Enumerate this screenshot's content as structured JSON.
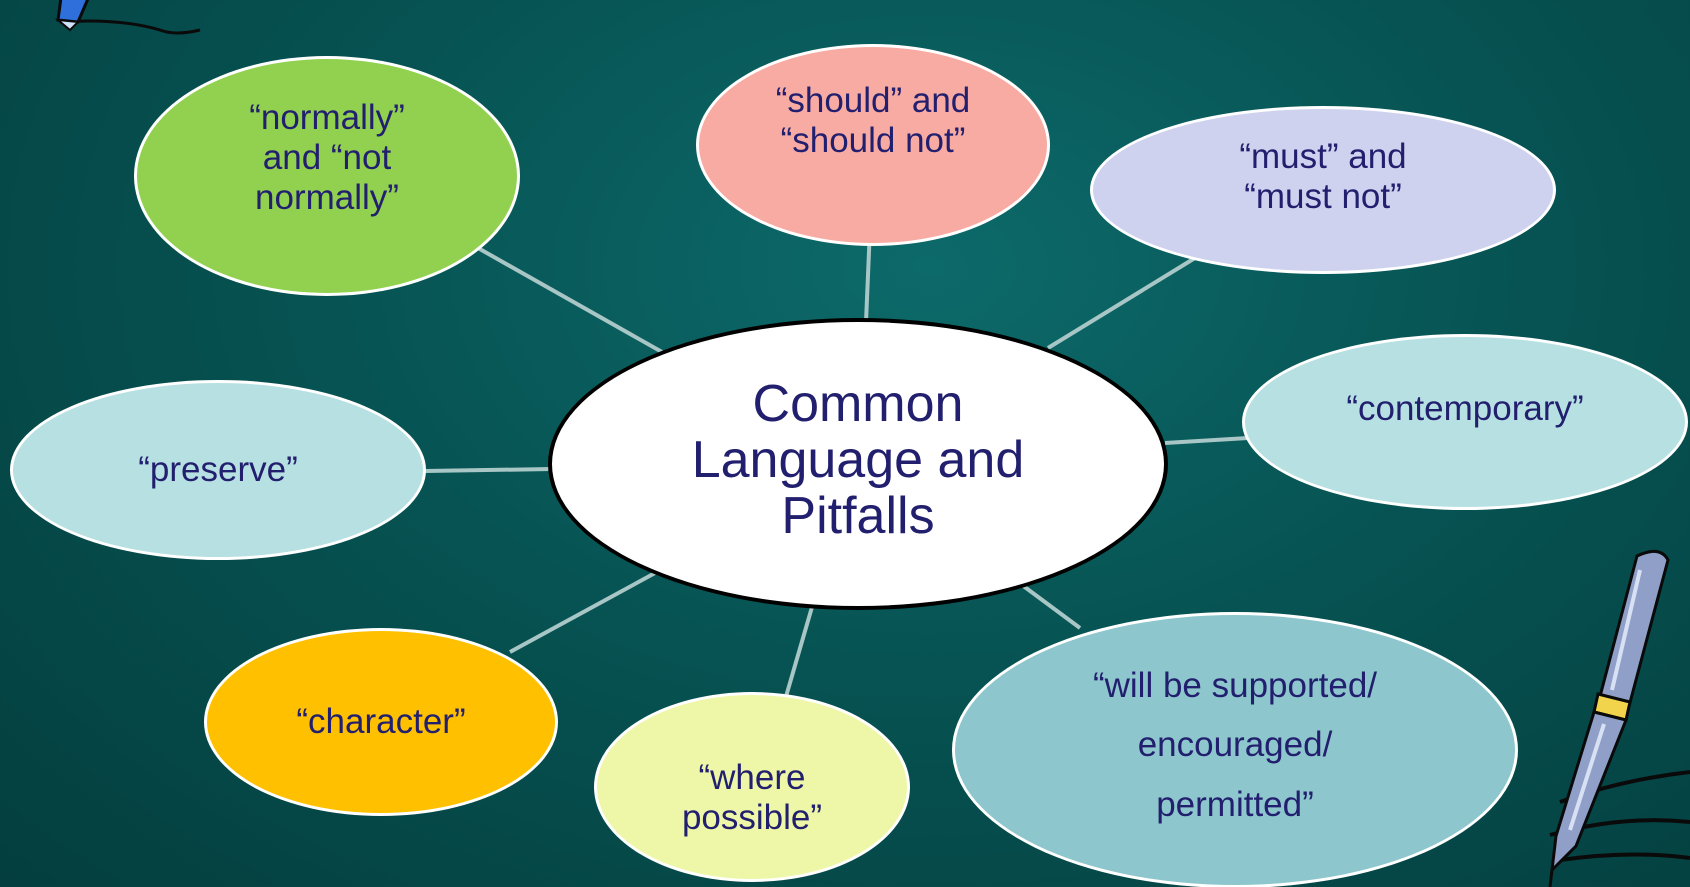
{
  "center": {
    "label": "Common\nLanguage and\nPitfalls",
    "color": "#ffffff"
  },
  "nodes": [
    {
      "id": "normally",
      "label": "“normally”\nand “not\nnormally”",
      "color": "#92d050"
    },
    {
      "id": "should",
      "label": "“should” and\n“should not”",
      "color": "#f8aba3"
    },
    {
      "id": "must",
      "label": "“must” and\n“must not”",
      "color": "#cfd2ef"
    },
    {
      "id": "contemporary",
      "label": "“contemporary”",
      "color": "#b7e0e2"
    },
    {
      "id": "preserve",
      "label": "“preserve”",
      "color": "#b7e0e2"
    },
    {
      "id": "character",
      "label": "“character”",
      "color": "#ffc000"
    },
    {
      "id": "where-possible",
      "label": "“where\npossible”",
      "color": "#eef7a8"
    },
    {
      "id": "will-be-supported",
      "label": "“will be supported/\nencouraged/\npermitted”",
      "color": "#8ec6cd"
    }
  ],
  "colors": {
    "text": "#22206e",
    "connector": "#a9c6c6",
    "background": "#075353"
  },
  "icons": [
    "pen-icon",
    "pen-icon"
  ]
}
